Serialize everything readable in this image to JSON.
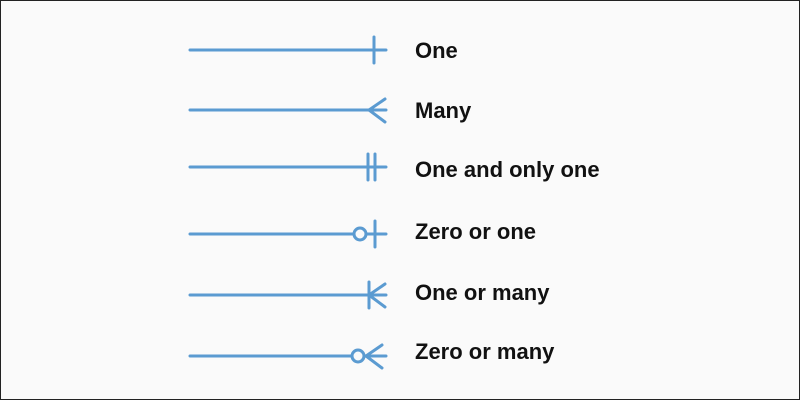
{
  "stroke_color": "#5b9bd1",
  "rows": [
    {
      "label": "One",
      "symbol": "one"
    },
    {
      "label": "Many",
      "symbol": "many"
    },
    {
      "label": "One and only one",
      "symbol": "one-and-only-one"
    },
    {
      "label": "Zero or one",
      "symbol": "zero-or-one"
    },
    {
      "label": "One or many",
      "symbol": "one-or-many"
    },
    {
      "label": "Zero or many",
      "symbol": "zero-or-many"
    }
  ]
}
